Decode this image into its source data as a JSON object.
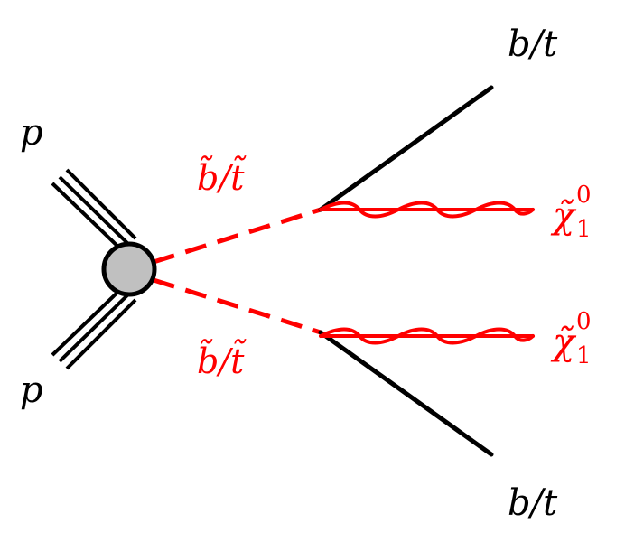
{
  "colors": {
    "line": "#000000",
    "sparticle": "#ff0000",
    "blob_fill": "#c0c0c0",
    "blob_stroke": "#000000"
  },
  "labels": {
    "proton_top": "p",
    "proton_bottom": "p",
    "squark_top": "b̃/t̃",
    "squark_bottom": "b̃/t̃",
    "quark_top": "b/t",
    "quark_bottom": "b/t",
    "neutralino_symbol": "χ̃",
    "neutralino_sub": "1",
    "neutralino_sup": "0"
  }
}
